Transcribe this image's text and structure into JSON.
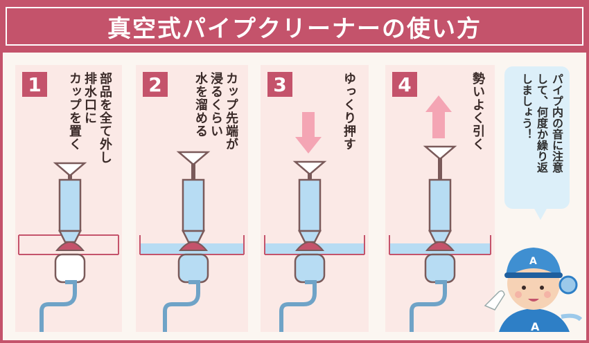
{
  "title": "真空式パイプクリーナーの使い方",
  "steps": [
    {
      "number": "1",
      "text": "部品を全て外し\n排水口に\nカップを置く"
    },
    {
      "number": "2",
      "text": "カップ先端が\n浸るくらい\n水を溜める"
    },
    {
      "number": "3",
      "text": "ゆっくり押す"
    },
    {
      "number": "4",
      "text": "勢いよく引く"
    }
  ],
  "bubble": {
    "text": "パイプ内の音に注意\nして、何度か繰り返\nしましょう！"
  },
  "character": {
    "cap_letter": "A",
    "shirt_letter": "A"
  },
  "colors": {
    "accent": "#c4536b",
    "panel": "#fbe9e6",
    "water": "#b7dcf3",
    "arrow": "#f4a5b4"
  }
}
